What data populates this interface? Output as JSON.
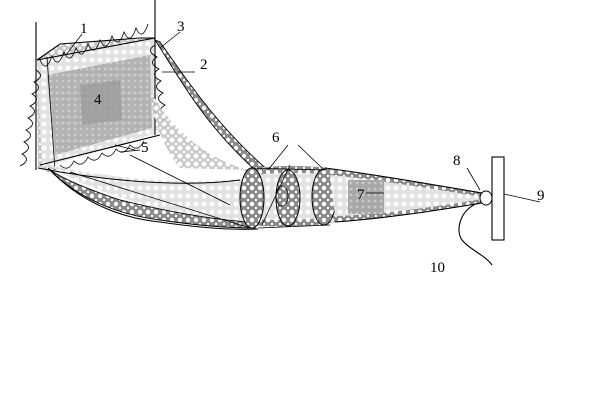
{
  "diagram": {
    "labels": [
      {
        "id": "1",
        "text": "1"
      },
      {
        "id": "2",
        "text": "2"
      },
      {
        "id": "3",
        "text": "3"
      },
      {
        "id": "4",
        "text": "4"
      },
      {
        "id": "5",
        "text": "5"
      },
      {
        "id": "6",
        "text": "6"
      },
      {
        "id": "7",
        "text": "7"
      },
      {
        "id": "8",
        "text": "8"
      },
      {
        "id": "9",
        "text": "9"
      },
      {
        "id": "10",
        "text": "10"
      }
    ],
    "colors": {
      "net_dark": "#8a8a8a",
      "net_mid": "#b4b4b4",
      "net_light": "#dcdcdc",
      "net_hole": "#ffffff",
      "stroke": "#000000"
    }
  }
}
